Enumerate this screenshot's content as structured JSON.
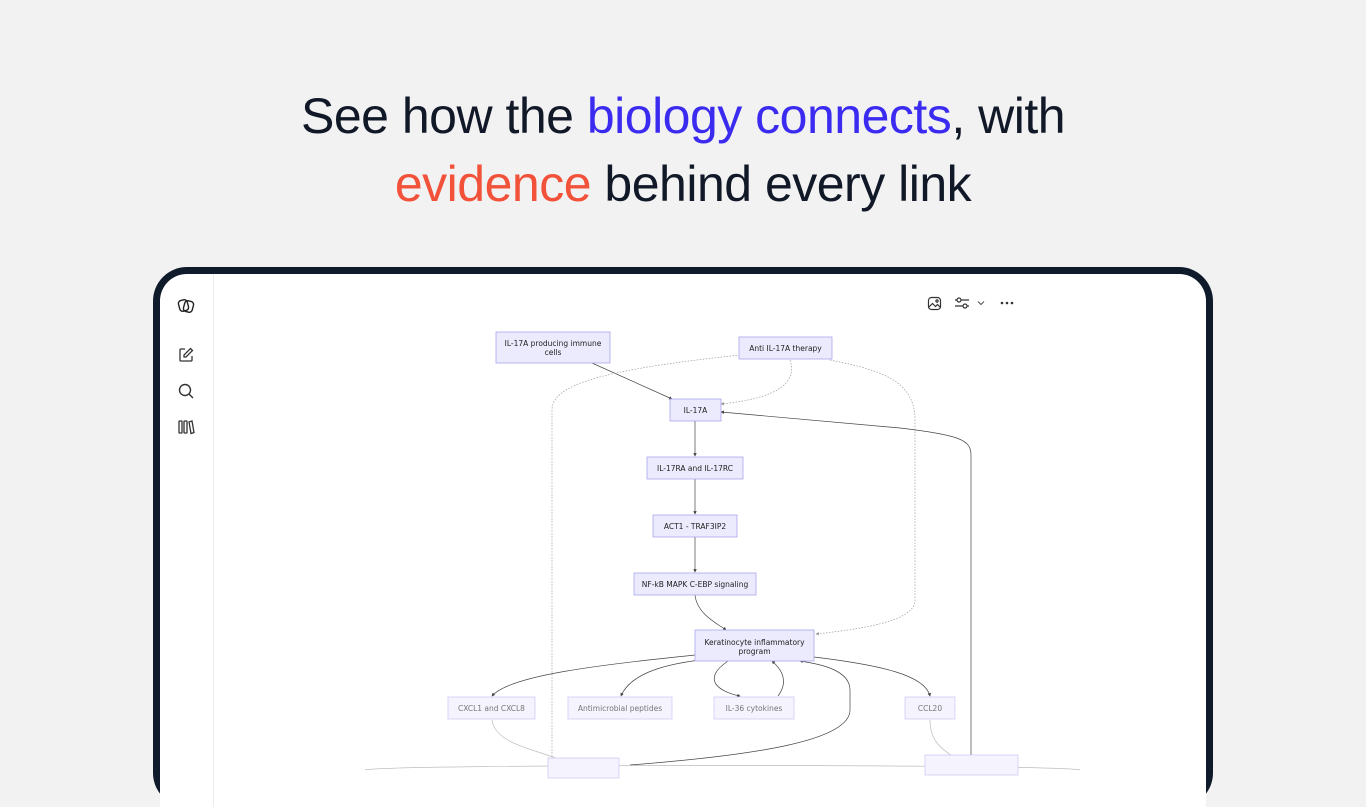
{
  "headline": {
    "line1_before": "See how the ",
    "line1_highlight": "biology connects",
    "line1_after": ", with",
    "line2_highlight": "evidence",
    "line2_after": " behind every link",
    "highlight_blue": "#3b2bf0",
    "highlight_red": "#f2513a"
  },
  "sidebar": {
    "items": [
      {
        "icon": "logo-icon"
      },
      {
        "icon": "new-chat-icon"
      },
      {
        "icon": "search-icon"
      },
      {
        "icon": "library-icon"
      }
    ]
  },
  "toolbar": {
    "items": [
      {
        "icon": "image-icon"
      },
      {
        "icon": "sliders-icon"
      },
      {
        "icon": "chevron-down-icon"
      },
      {
        "icon": "more-icon"
      }
    ]
  },
  "diagram": {
    "nodes": {
      "il17a_cells_l1": "IL-17A producing immune",
      "il17a_cells_l2": "cells",
      "anti_il17a": "Anti IL-17A therapy",
      "il17a": "IL-17A",
      "il17ra": "IL-17RA and IL-17RC",
      "act1": "ACT1 - TRAF3IP2",
      "nfkb": "NF-kB MAPK C-EBP signaling",
      "kerat_l1": "Keratinocyte inflammatory",
      "kerat_l2": "program",
      "cxcl": "CXCL1 and CXCL8",
      "amp": "Antimicrobial peptides",
      "il36": "IL-36 cytokines",
      "ccl20": "CCL20"
    }
  }
}
